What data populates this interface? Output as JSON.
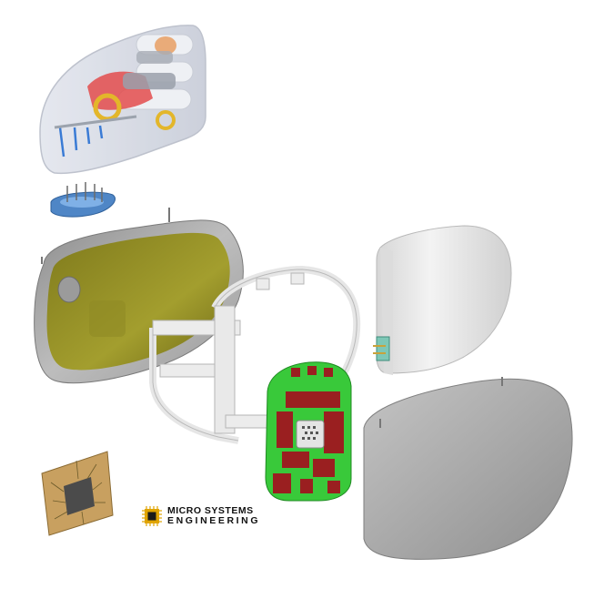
{
  "logo": {
    "line1": "MICRO SYSTEMS",
    "line2": "ENGINEERING",
    "accent_color": "#e0a400"
  },
  "components": [
    "header-block",
    "feedthrough",
    "case-half-back",
    "internal-frame",
    "circuit-board",
    "battery",
    "case-half-front",
    "ic-chip"
  ],
  "colors": {
    "header": "#d9dde6",
    "case_gray": "#a9a9a9",
    "case_inner": "#9a9528",
    "frame": "#e6e6e6",
    "pcb_green": "#39c93a",
    "pcb_red": "#9a1f20",
    "feedthrough_blue": "#4f86c6",
    "chip_gold": "#c8a060"
  }
}
